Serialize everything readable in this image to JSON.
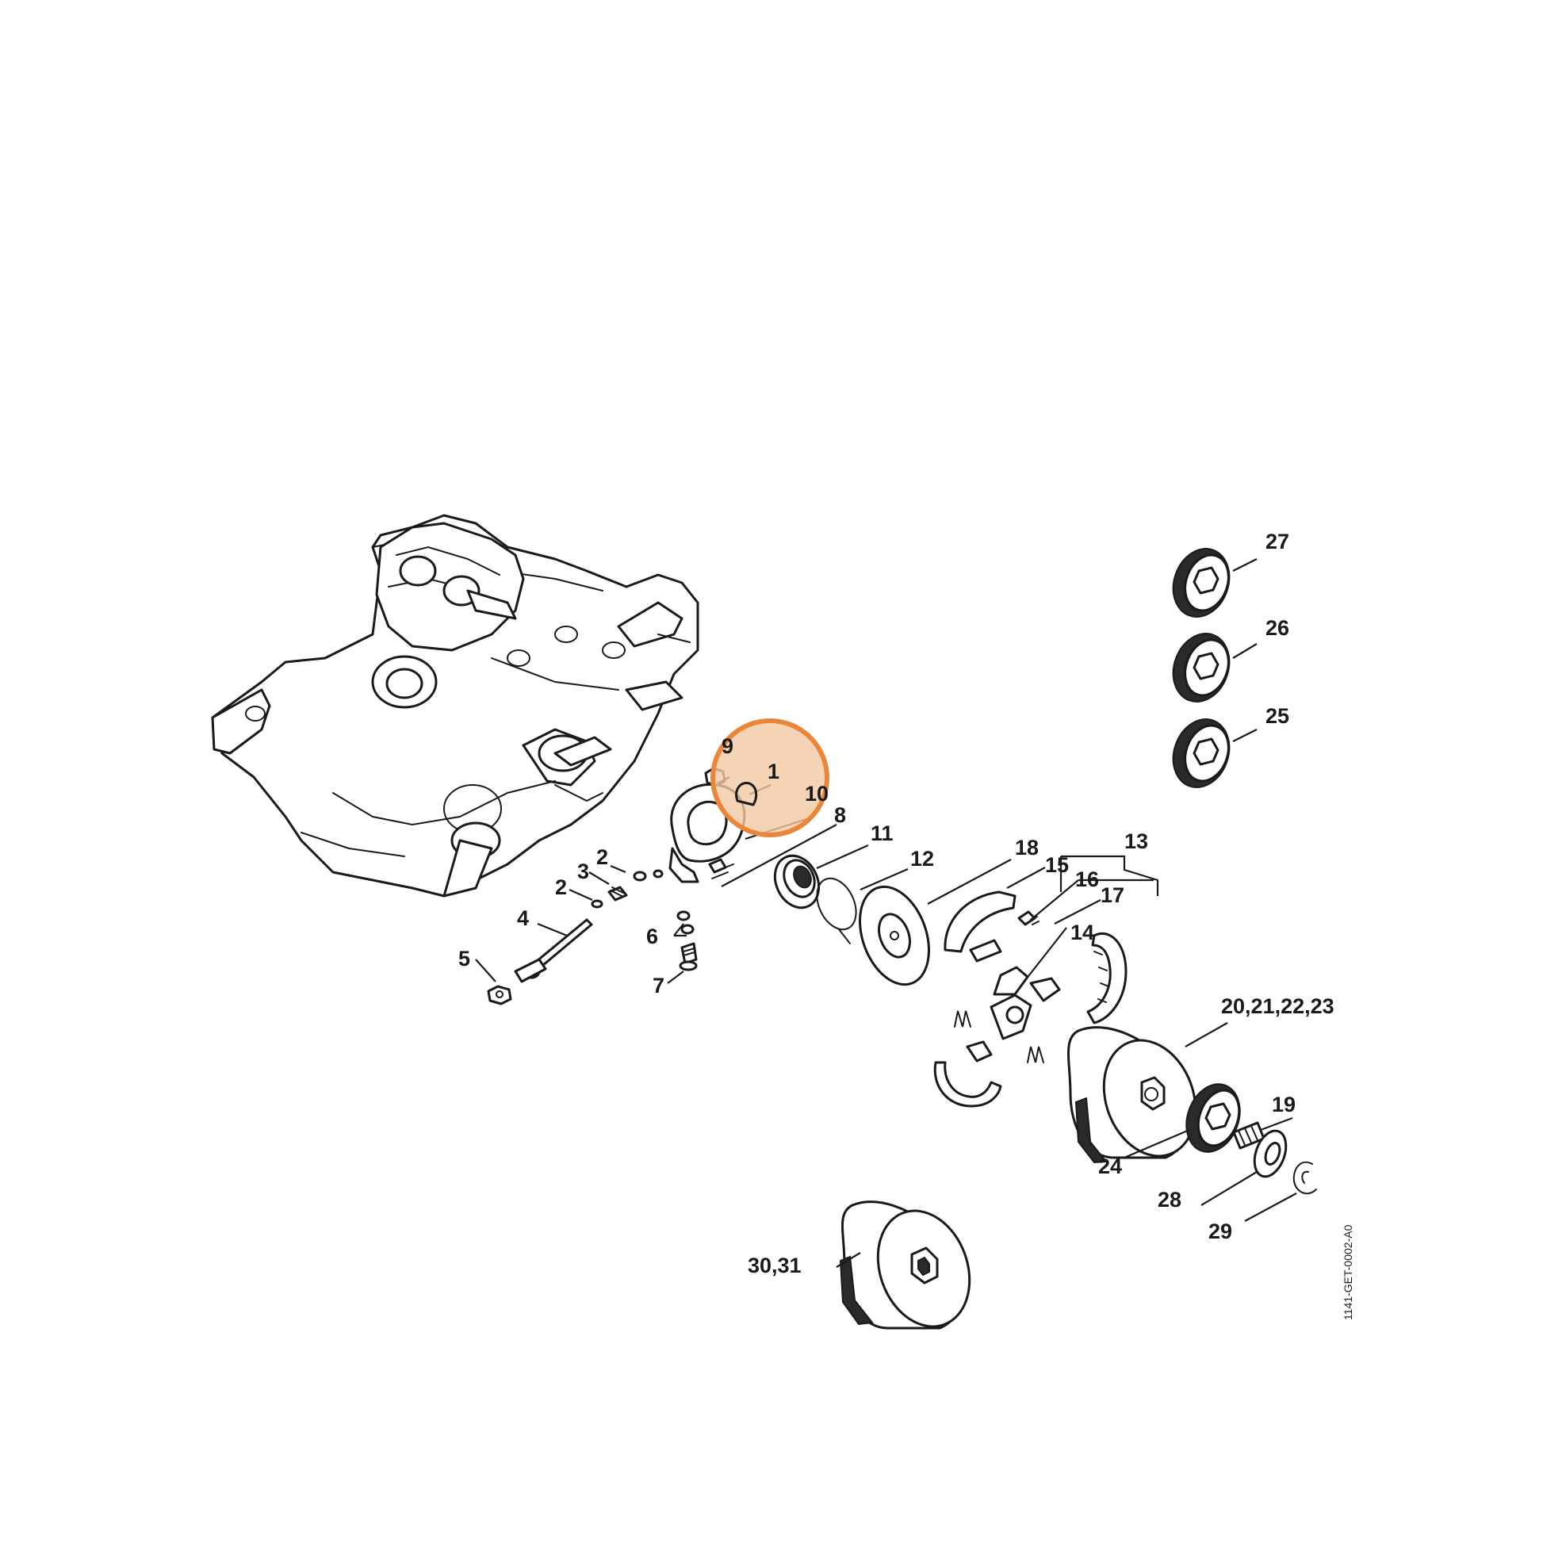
{
  "diagram": {
    "document_id": "1141-GET-0002-A0",
    "highlight_color": "#e9863a",
    "highlight_fill": "#f3c9a2",
    "callouts": [
      {
        "id": "c1",
        "text": "1"
      },
      {
        "id": "c10",
        "text": "10"
      },
      {
        "id": "c9",
        "text": "9"
      },
      {
        "id": "c8",
        "text": "8"
      },
      {
        "id": "c11",
        "text": "11"
      },
      {
        "id": "c12",
        "text": "12"
      },
      {
        "id": "c18",
        "text": "18"
      },
      {
        "id": "c15",
        "text": "15"
      },
      {
        "id": "c13",
        "text": "13"
      },
      {
        "id": "c16",
        "text": "16"
      },
      {
        "id": "c17",
        "text": "17"
      },
      {
        "id": "c14",
        "text": "14"
      },
      {
        "id": "c2a",
        "text": "2"
      },
      {
        "id": "c3",
        "text": "3"
      },
      {
        "id": "c2b",
        "text": "2"
      },
      {
        "id": "c4",
        "text": "4"
      },
      {
        "id": "c5",
        "text": "5"
      },
      {
        "id": "c6",
        "text": "6"
      },
      {
        "id": "c7",
        "text": "7"
      },
      {
        "id": "c27",
        "text": "27"
      },
      {
        "id": "c26",
        "text": "26"
      },
      {
        "id": "c25",
        "text": "25"
      },
      {
        "id": "c20",
        "text": "20,21,22,23"
      },
      {
        "id": "c19",
        "text": "19"
      },
      {
        "id": "c24",
        "text": "24"
      },
      {
        "id": "c28",
        "text": "28"
      },
      {
        "id": "c29",
        "text": "29"
      },
      {
        "id": "c30",
        "text": "30,31"
      }
    ]
  }
}
